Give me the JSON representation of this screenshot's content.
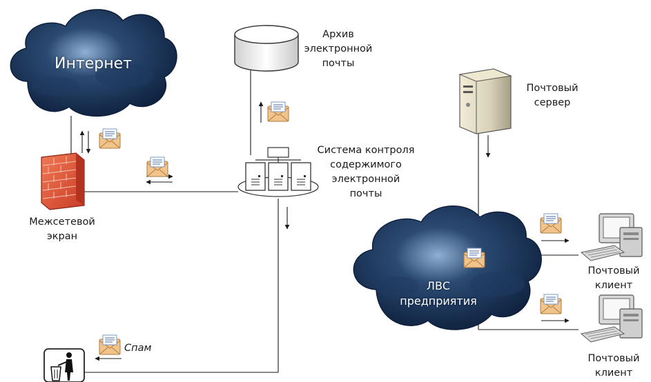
{
  "nodes": {
    "internet": {
      "label": "Интернет"
    },
    "archive": {
      "label_lines": [
        "Архив",
        "электронной",
        "почты"
      ]
    },
    "mail_server": {
      "label_lines": [
        "Почтовый",
        "сервер"
      ]
    },
    "content_control": {
      "label_lines": [
        "Система контроля",
        "содержимого",
        "электронной",
        "почты"
      ]
    },
    "firewall": {
      "label_lines": [
        "Межсетевой",
        "экран"
      ]
    },
    "lan": {
      "label_lines": [
        "ЛВС",
        "предприятия"
      ]
    },
    "client_1": {
      "label_lines": [
        "Почтовый",
        "клиент"
      ]
    },
    "client_2": {
      "label_lines": [
        "Почтовый",
        "клиент"
      ]
    },
    "trash": {
      "label": "Спам"
    }
  },
  "colors": {
    "cloud_dark": "#0d1f3c",
    "cloud_mid": "#2b4a72",
    "cloud_light": "#8fb0d2",
    "firewall": "#e8503a",
    "server_beige": "#d9d2b8",
    "envelope": "#f1c48c",
    "line": "#1a1a1a"
  }
}
